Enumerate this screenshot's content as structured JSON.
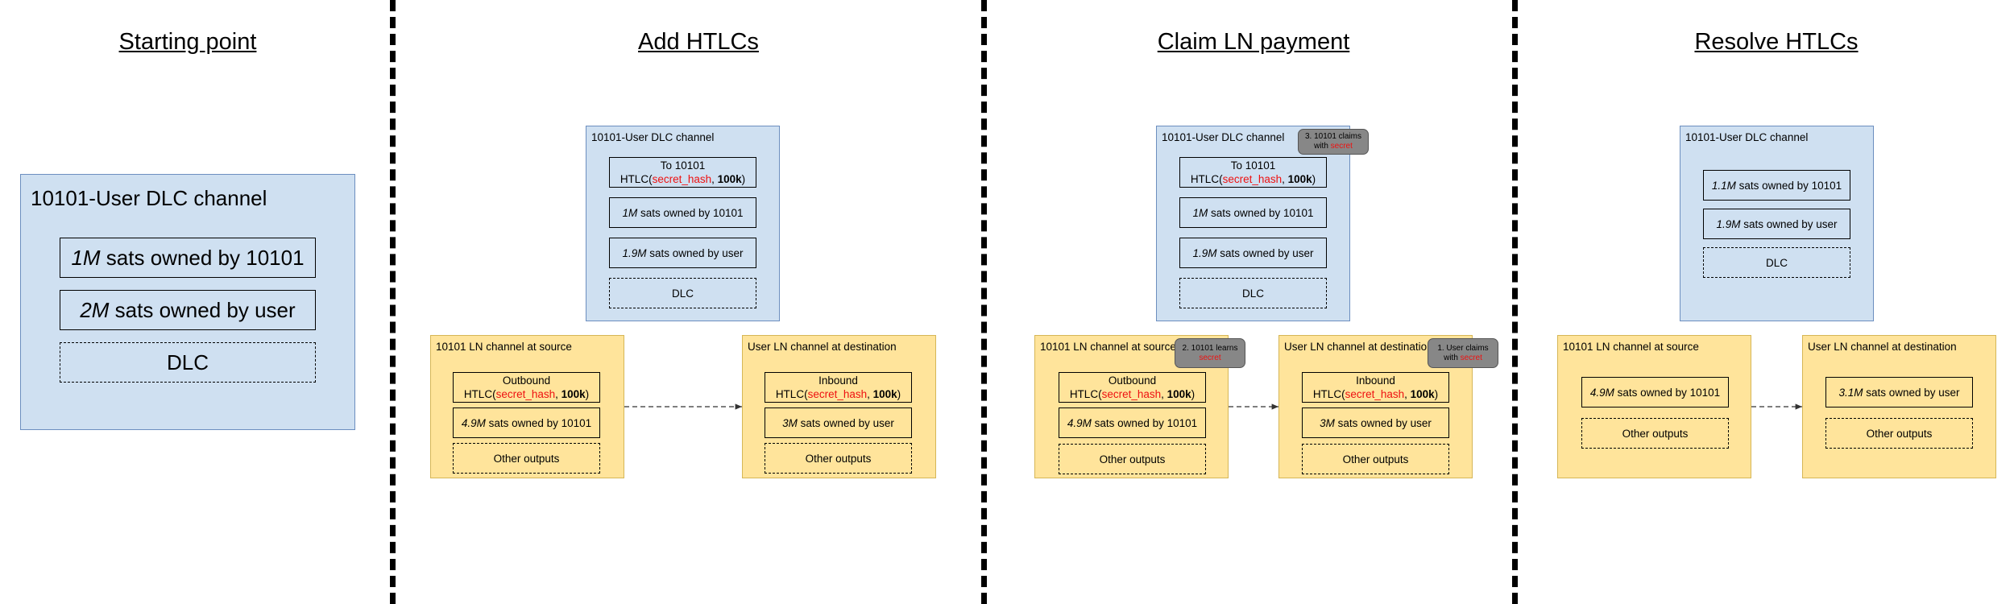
{
  "sections": {
    "starting_point": "Starting point",
    "add_htlcs": "Add HTLCs",
    "claim_ln_payment": "Claim LN payment",
    "resolve_htlcs": "Resolve HTLCs"
  },
  "colors": {
    "dlc_fill": "#cfe0f1",
    "ln_fill": "#ffe49b",
    "highlight": "#e11111",
    "note": "#878787"
  },
  "start": {
    "title": "10101-User DLC channel",
    "owned_10101_amt": "1M",
    "owned_10101_rest": " sats owned by 10101",
    "owned_user_amt": "2M",
    "owned_user_rest": " sats owned by user",
    "dlc": "DLC"
  },
  "add": {
    "dlc": {
      "title": "10101-User DLC channel",
      "htlc_line1": "To 10101",
      "htlc_prefix": "HTLC(",
      "htlc_hash": "secret_hash",
      "htlc_sep": ", ",
      "htlc_amt": "100k",
      "htlc_suffix": ")",
      "owned_10101_amt": "1M",
      "owned_10101_rest": " sats owned by 10101",
      "owned_user_amt": "1.9M",
      "owned_user_rest": " sats owned by user",
      "dlc": "DLC"
    },
    "source": {
      "title": "10101 LN channel at source",
      "htlc_line1": "Outbound",
      "htlc_prefix": "HTLC(",
      "htlc_hash": "secret_hash",
      "htlc_sep": ", ",
      "htlc_amt": "100k",
      "htlc_suffix": ")",
      "owned_amt": "4.9M",
      "owned_rest": " sats owned by 10101",
      "other": "Other outputs"
    },
    "dest": {
      "title": "User LN channel at destination",
      "htlc_line1": "Inbound",
      "htlc_prefix": "HTLC(",
      "htlc_hash": "secret_hash",
      "htlc_sep": ", ",
      "htlc_amt": "100k",
      "htlc_suffix": ")",
      "owned_amt": "3M",
      "owned_rest": " sats owned by user",
      "other": "Other outputs"
    }
  },
  "claim": {
    "dlc": {
      "title": "10101-User DLC channel",
      "htlc_line1": "To 10101",
      "htlc_prefix": "HTLC(",
      "htlc_hash": "secret_hash",
      "htlc_sep": ", ",
      "htlc_amt": "100k",
      "htlc_suffix": ")",
      "owned_10101_amt": "1M",
      "owned_10101_rest": " sats owned by 10101",
      "owned_user_amt": "1.9M",
      "owned_user_rest": " sats owned by user",
      "dlc": "DLC"
    },
    "source": {
      "title": "10101 LN channel at source",
      "htlc_line1": "Outbound",
      "htlc_prefix": "HTLC(",
      "htlc_hash": "secret_hash",
      "htlc_sep": ", ",
      "htlc_amt": "100k",
      "htlc_suffix": ")",
      "owned_amt": "4.9M",
      "owned_rest": " sats owned by 10101",
      "other": "Other outputs"
    },
    "dest": {
      "title": "User LN channel at destination",
      "htlc_line1": "Inbound",
      "htlc_prefix": "HTLC(",
      "htlc_hash": "secret_hash",
      "htlc_sep": ", ",
      "htlc_amt": "100k",
      "htlc_suffix": ")",
      "owned_amt": "3M",
      "owned_rest": " sats owned by user",
      "other": "Other outputs"
    },
    "notes": {
      "n1_line1": "1. User claims",
      "n1_line2a": "with ",
      "n1_line2b": "secret",
      "n2_line1": "2. 10101 learns",
      "n2_line2": "secret",
      "n3_line1": "3. 10101 claims",
      "n3_line2a": "with ",
      "n3_line2b": "secret"
    }
  },
  "resolve": {
    "dlc": {
      "title": "10101-User DLC channel",
      "owned_10101_amt": "1.1M",
      "owned_10101_rest": " sats owned by 10101",
      "owned_user_amt": "1.9M",
      "owned_user_rest": " sats owned by user",
      "dlc": "DLC"
    },
    "source": {
      "title": "10101 LN channel at source",
      "owned_amt": "4.9M",
      "owned_rest": " sats owned by 10101",
      "other": "Other outputs"
    },
    "dest": {
      "title": "User LN channel at destination",
      "owned_amt": "3.1M",
      "owned_rest": " sats owned by user",
      "other": "Other outputs"
    }
  }
}
